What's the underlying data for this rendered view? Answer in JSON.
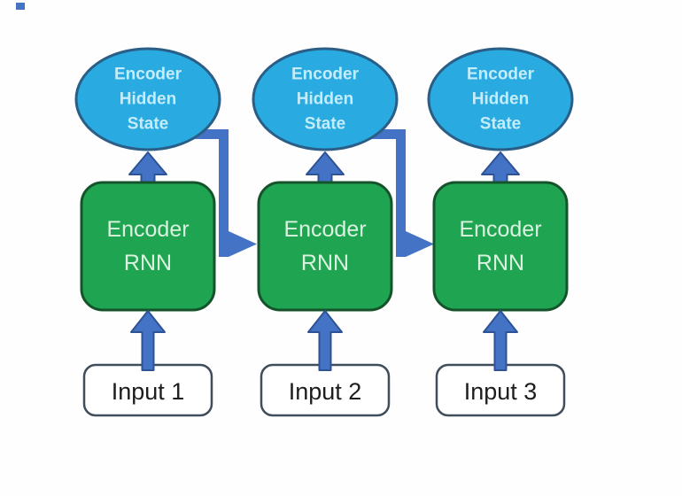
{
  "diagram": {
    "type": "flow-diagram",
    "subject": "RNN encoder sequence",
    "columns": [
      {
        "hidden_lines": [
          "Encoder",
          "Hidden",
          "State"
        ],
        "rnn_lines": [
          "Encoder",
          "RNN"
        ],
        "input_label": "Input 1"
      },
      {
        "hidden_lines": [
          "Encoder",
          "Hidden",
          "State"
        ],
        "rnn_lines": [
          "Encoder",
          "RNN"
        ],
        "input_label": "Input 2"
      },
      {
        "hidden_lines": [
          "Encoder",
          "Hidden",
          "State"
        ],
        "rnn_lines": [
          "Encoder",
          "RNN"
        ],
        "input_label": "Input 3"
      }
    ],
    "connections": [
      {
        "from": "input-1",
        "to": "encoder-rnn-1",
        "type": "block-arrow-up"
      },
      {
        "from": "encoder-rnn-1",
        "to": "hidden-state-1",
        "type": "block-arrow-up"
      },
      {
        "from": "hidden-state-1",
        "to": "encoder-rnn-2",
        "type": "elbow-arrow-right"
      },
      {
        "from": "input-2",
        "to": "encoder-rnn-2",
        "type": "block-arrow-up"
      },
      {
        "from": "encoder-rnn-2",
        "to": "hidden-state-2",
        "type": "block-arrow-up"
      },
      {
        "from": "hidden-state-2",
        "to": "encoder-rnn-3",
        "type": "elbow-arrow-right"
      },
      {
        "from": "input-3",
        "to": "encoder-rnn-3",
        "type": "block-arrow-up"
      },
      {
        "from": "encoder-rnn-3",
        "to": "hidden-state-3",
        "type": "block-arrow-up"
      }
    ],
    "colors": {
      "background": "#FEFEFE",
      "hidden_fill": "#29ABE2",
      "hidden_stroke": "#2A5E86",
      "hidden_text": "#C4ECFA",
      "rnn_fill": "#1FA551",
      "rnn_stroke": "#15542B",
      "rnn_text": "#DCF2E0",
      "arrow_fill": "#4472C4",
      "arrow_stroke": "#2E5395",
      "connector_fill": "#4472C4",
      "input_fill": "#FFFFFF",
      "input_stroke": "#404E5C",
      "input_text": "#1D1D1D",
      "accent_square": "#4472C4"
    }
  }
}
